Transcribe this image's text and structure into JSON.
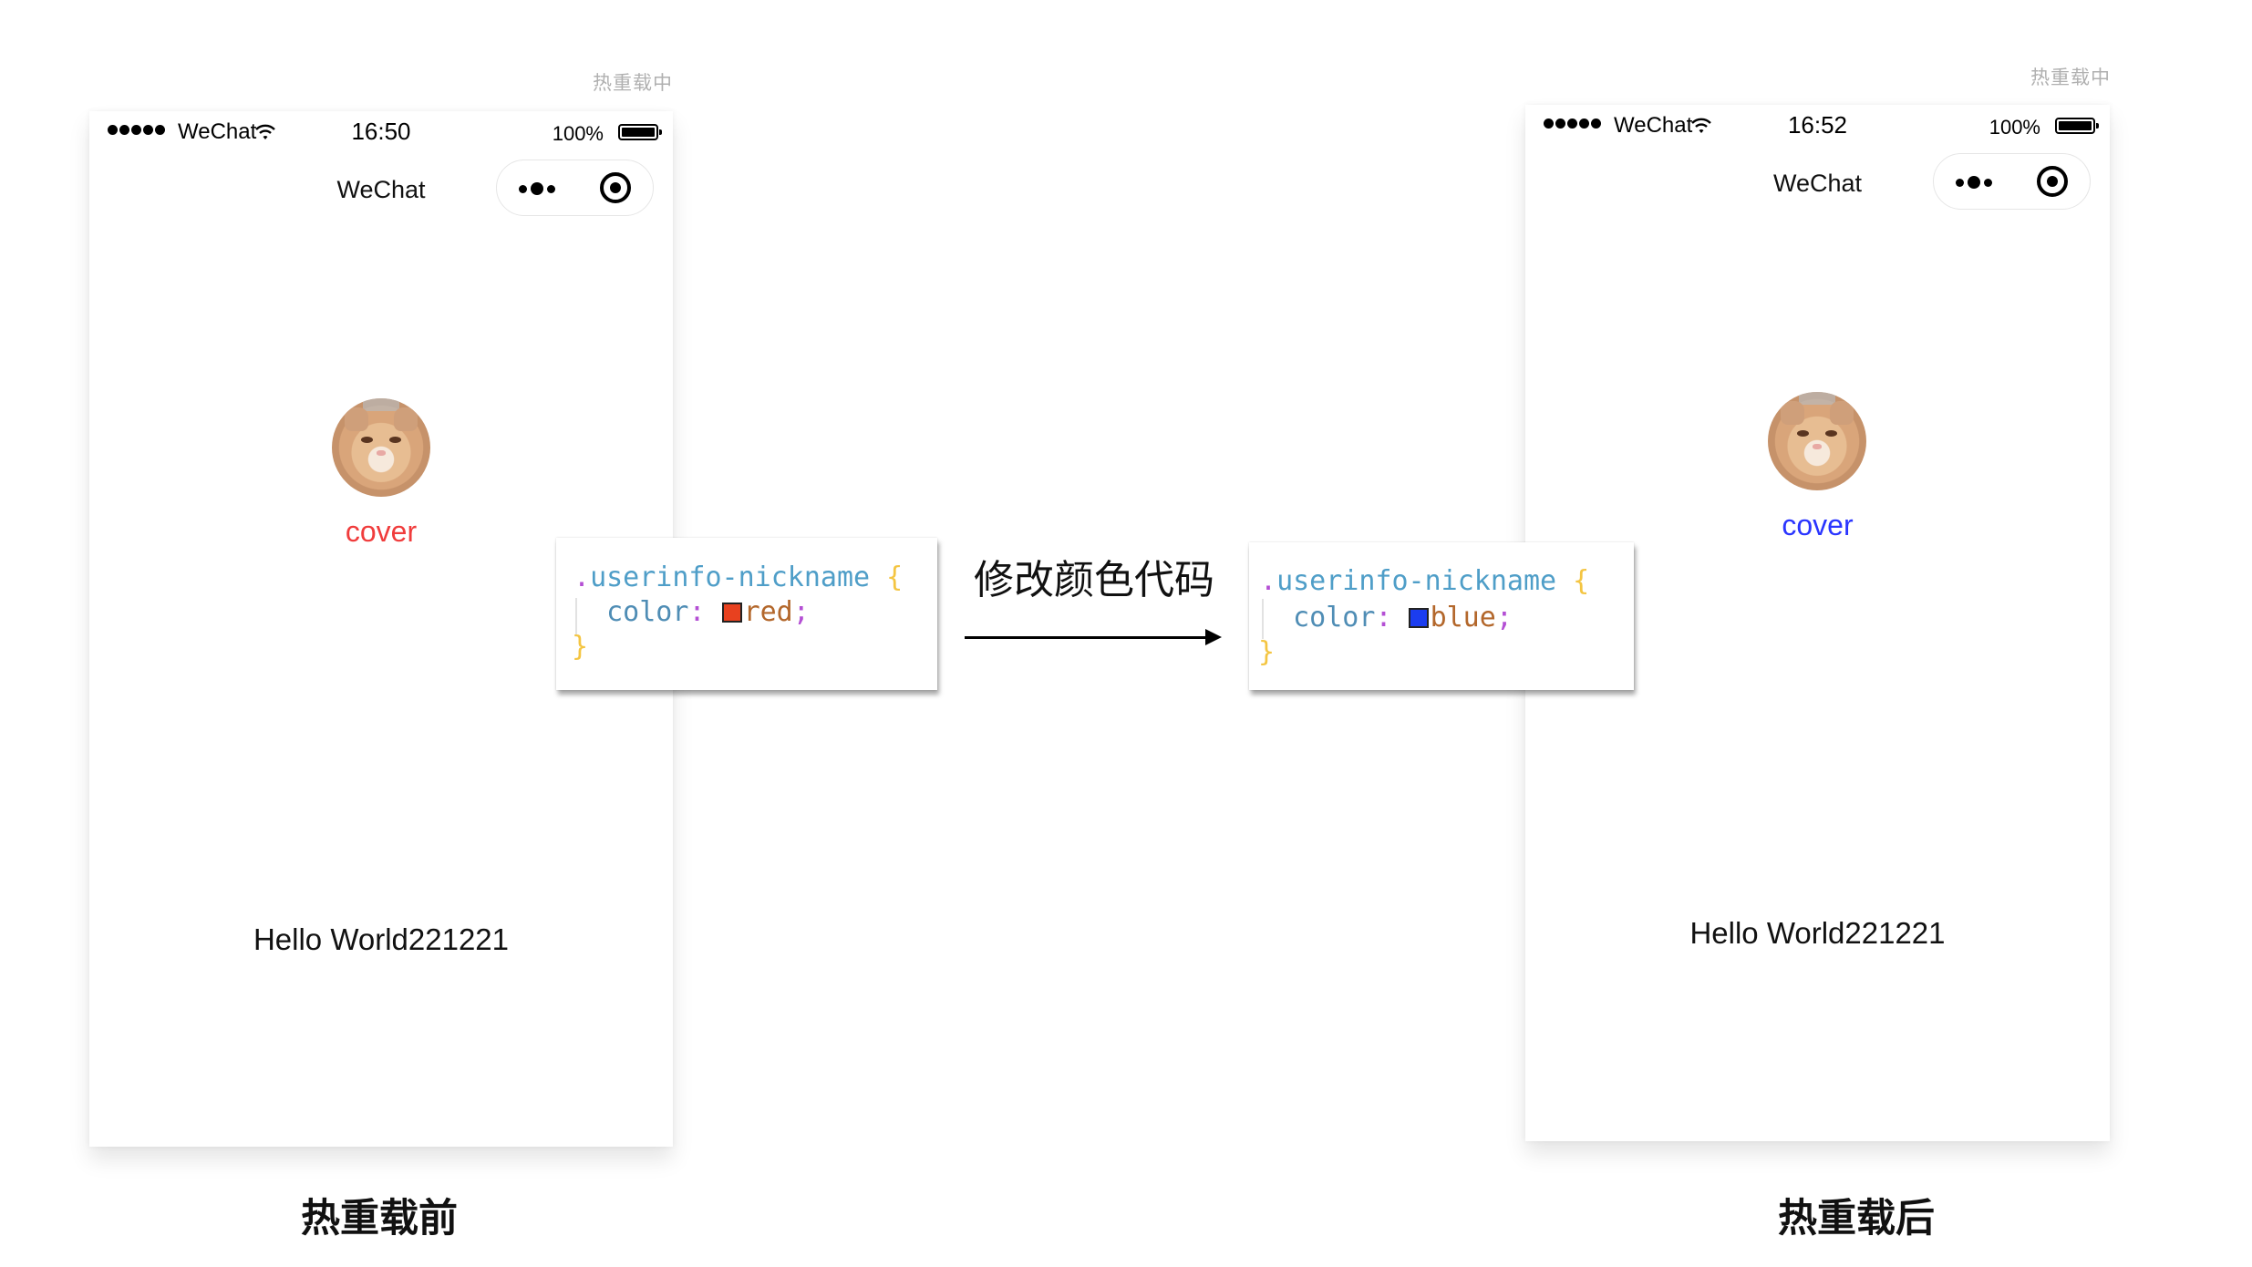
{
  "before": {
    "reload_tag": "热重载中",
    "status": {
      "signal_dots": 5,
      "carrier": "WeChat",
      "time": "16:50",
      "battery": "100%"
    },
    "nav_title": "WeChat",
    "capsule": {
      "more_icon": "more-dots-icon",
      "close_icon": "target-circle-icon"
    },
    "nickname": "cover",
    "nickname_color": "#f03c3c",
    "hello": "Hello World221221",
    "caption": "热重载前"
  },
  "after": {
    "reload_tag": "热重载中",
    "status": {
      "signal_dots": 5,
      "carrier": "WeChat",
      "time": "16:52",
      "battery": "100%"
    },
    "nav_title": "WeChat",
    "capsule": {
      "more_icon": "more-dots-icon",
      "close_icon": "target-circle-icon"
    },
    "nickname": "cover",
    "nickname_color": "#2a35ff",
    "hello": "Hello World221221",
    "caption": "热重载后"
  },
  "code_before": {
    "dot": ".",
    "selector": "userinfo-nickname",
    "open_brace": "{",
    "property": "color",
    "colon": ":",
    "value": "red",
    "semicolon": ";",
    "close_brace": "}",
    "swatch_color": "#e8411f"
  },
  "code_after": {
    "dot": ".",
    "selector": "userinfo-nickname",
    "open_brace": "{",
    "property": "color",
    "colon": ":",
    "value": "blue",
    "semicolon": ";",
    "close_brace": "}",
    "swatch_color": "#1b3df0"
  },
  "transition_label": "修改颜色代码"
}
